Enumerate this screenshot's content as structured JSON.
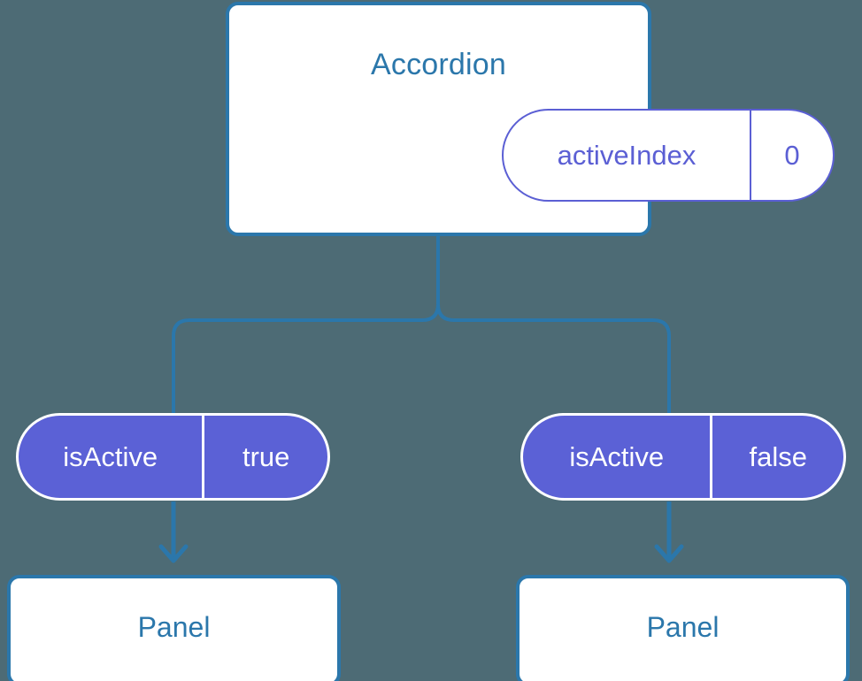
{
  "background_color": "#4d6b75",
  "colors": {
    "background": "#4d6b75",
    "card_border": "#2b77ab",
    "card_fill": "#ffffff",
    "title_text": "#2b77ab",
    "state_pill_stroke": "#5b5fd4",
    "state_pill_text": "#5b5fd4",
    "prop_pill_fill": "#5b61d6",
    "prop_pill_text": "#ffffff",
    "connector_line": "#2b77ab",
    "arrow": "#2b77ab"
  },
  "diagram": {
    "type": "component-tree",
    "parent": {
      "title": "Accordion",
      "state_pill": {
        "key": "activeIndex",
        "value": "0"
      }
    },
    "children": [
      {
        "prop_pill": {
          "key": "isActive",
          "value": "true"
        },
        "component": {
          "title": "Panel"
        }
      },
      {
        "prop_pill": {
          "key": "isActive",
          "value": "false"
        },
        "component": {
          "title": "Panel"
        }
      }
    ]
  }
}
